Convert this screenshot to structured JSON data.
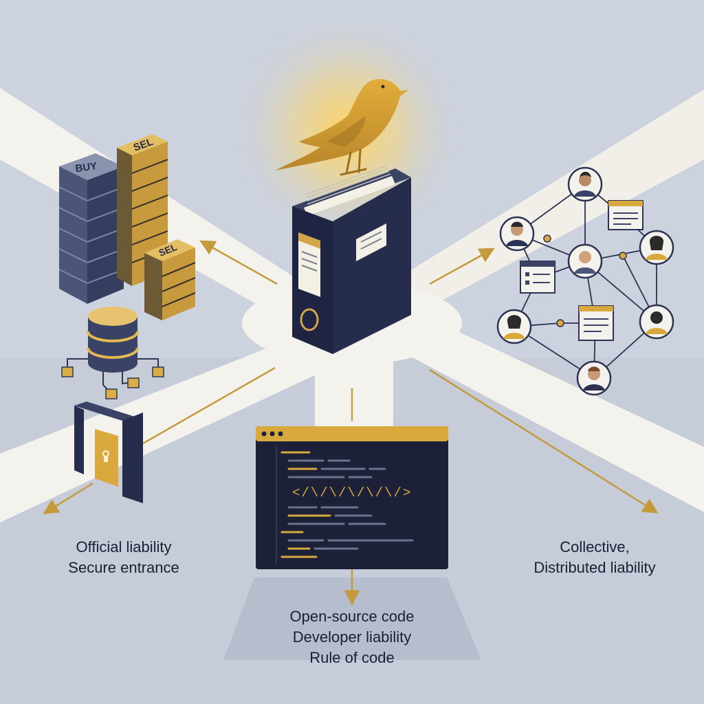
{
  "book_labels": {
    "buy": "BUY",
    "sell_top": "SEL",
    "sell_bottom": "SEL"
  },
  "left_label": [
    "Official liability",
    "Secure entrance"
  ],
  "right_label": [
    "Collective,",
    "Distributed liability"
  ],
  "bottom_label": [
    "Open-source code",
    "Developer liability",
    "Rule of code"
  ],
  "code_snippet": "</\\/\\/\\/\\/\\/>",
  "colors": {
    "background": "#c4cbd8",
    "road": "#f4f2ec",
    "navy": "#262d4c",
    "gold": "#c49a3c",
    "glow": "#ffc94a",
    "text": "#1a1f33"
  }
}
